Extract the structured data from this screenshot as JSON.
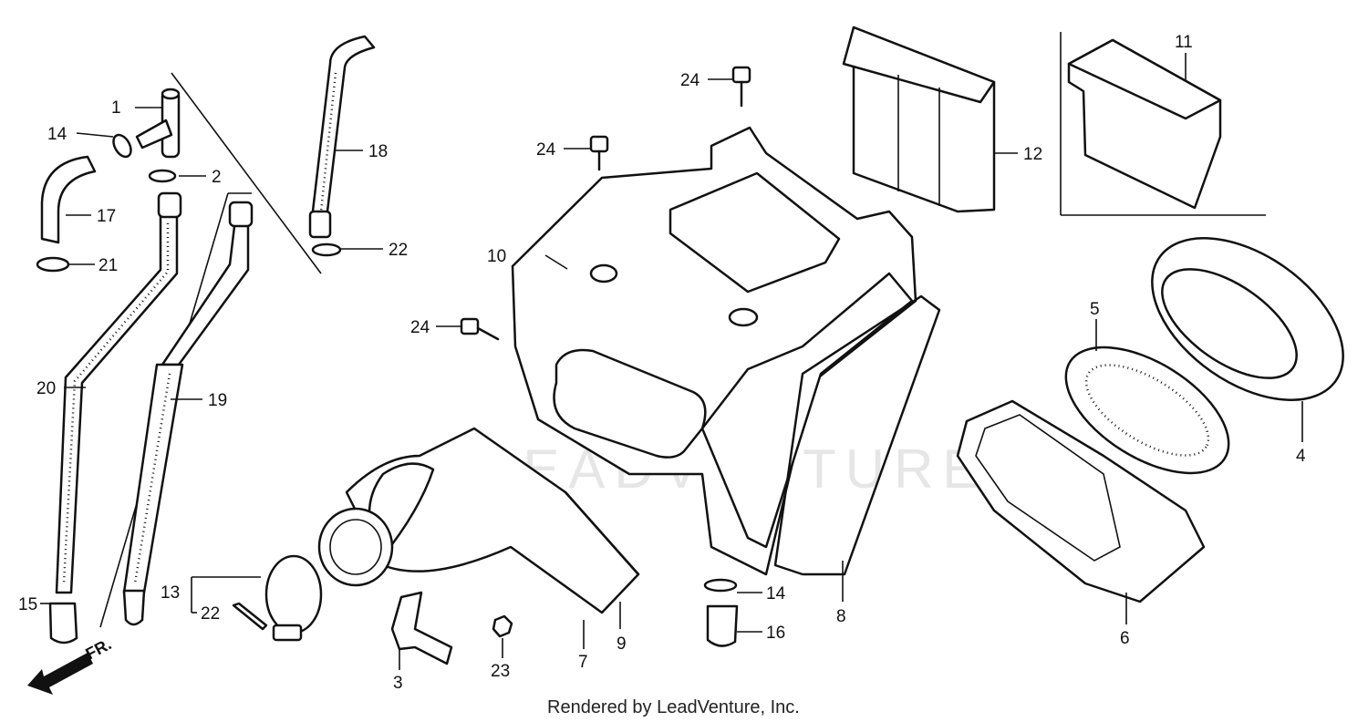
{
  "diagram": {
    "watermark": "LEADVENTURE",
    "credit": "Rendered by LeadVenture, Inc.",
    "direction_label": "FR.",
    "callouts": {
      "c1": "1",
      "c2": "2",
      "c3": "3",
      "c4": "4",
      "c5": "5",
      "c6": "6",
      "c7": "7",
      "c8": "8",
      "c9": "9",
      "c10": "10",
      "c11": "11",
      "c12": "12",
      "c13": "13",
      "c14a": "14",
      "c14b": "14",
      "c15": "15",
      "c16": "16",
      "c17": "17",
      "c18": "18",
      "c19": "19",
      "c20": "20",
      "c21": "21",
      "c22": "22",
      "c22b": "22",
      "c23": "23",
      "c24a": "24",
      "c24b": "24",
      "c24c": "24"
    }
  }
}
